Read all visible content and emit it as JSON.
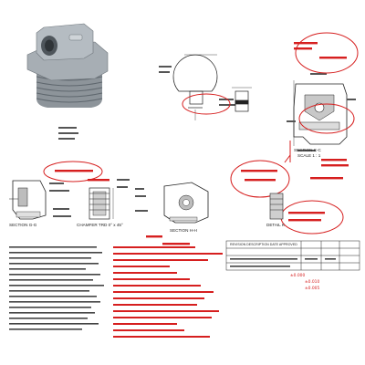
{
  "document": {
    "views": {
      "section_c_label": "SECTION C-C",
      "scale_label": "SCALE 1 : 1",
      "section_g_label": "SECTION G-G",
      "section_h_label": "SECTION H-H",
      "detail_k_label": "DETAIL K",
      "chamfer_note": "CHAMFER TRD 0° x 45°"
    },
    "title_block": {
      "revision_row": "REVISION    DESCRIPTION    DATE    APPROVED"
    },
    "tolerance_block": {
      "line_1": "±0.000",
      "line_2": "±0.010",
      "line_3": "±0.005"
    },
    "colors": {
      "ink": "#222222",
      "markup_red": "#d61f1f",
      "part_steel": "#a7aeb4",
      "part_shadow": "#5f676e",
      "paper": "#ffffff"
    }
  }
}
